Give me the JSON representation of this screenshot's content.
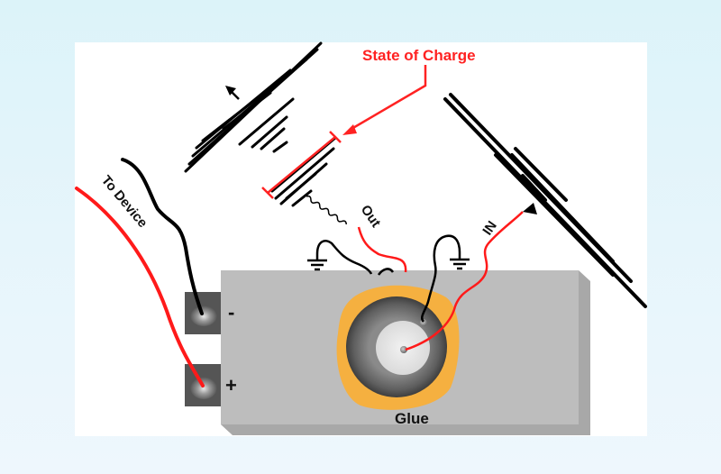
{
  "diagram": {
    "title_label": "State of Charge",
    "to_device_label": "To Device",
    "out_label": "Out",
    "in_label": "IN",
    "glue_label": "Glue",
    "negative_terminal_label": "-",
    "positive_terminal_label": "+"
  },
  "colors": {
    "background": "#dff3f9",
    "panel": "#ffffff",
    "battery_body": "#bdbdbd",
    "battery_side": "#a9a9a9",
    "terminal": "#555555",
    "wire_red": "#ff1a1a",
    "wire_black": "#000000",
    "glue": "#f5b040",
    "transducer_outer": "#6e6e6e",
    "transducer_inner": "#e6e6e6",
    "annotation_red": "#ff2222"
  }
}
